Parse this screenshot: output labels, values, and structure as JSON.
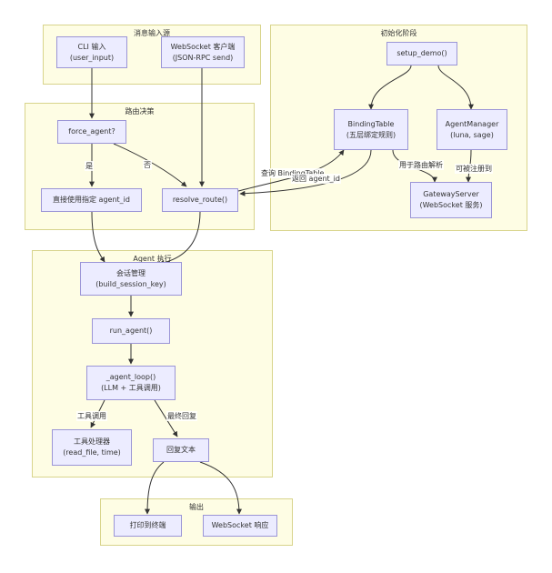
{
  "groups": {
    "input": "消息输入源",
    "init": "初始化阶段",
    "routing": "路由决策",
    "agent": "Agent 执行",
    "output": "输出"
  },
  "nodes": {
    "cli": {
      "line1": "CLI 输入",
      "line2": "(user_input)"
    },
    "websocket_client": {
      "line1": "WebSocket 客户端",
      "line2": "(JSON-RPC send)"
    },
    "setup_demo": {
      "line1": "setup_demo()"
    },
    "binding_table": {
      "line1": "BindingTable",
      "line2": "(五层绑定规则)"
    },
    "agent_manager": {
      "line1": "AgentManager",
      "line2": "(luna, sage)"
    },
    "gateway_server": {
      "line1": "GatewayServer",
      "line2": "(WebSocket 服务)"
    },
    "force_agent": {
      "line1": "force_agent?"
    },
    "direct_agent_id": {
      "line1": "直接使用指定 agent_id"
    },
    "resolve_route": {
      "line1": "resolve_route()"
    },
    "session_mgmt": {
      "line1": "会话管理",
      "line2": "(build_session_key)"
    },
    "run_agent": {
      "line1": "run_agent()"
    },
    "agent_loop": {
      "line1": "_agent_loop()",
      "line2": "(LLM + 工具调用)"
    },
    "tool_handler": {
      "line1": "工具处理器",
      "line2": "(read_file, time)"
    },
    "reply_text": {
      "line1": "回复文本"
    },
    "print_terminal": {
      "line1": "打印到终端"
    },
    "ws_response": {
      "line1": "WebSocket 响应"
    }
  },
  "edge_labels": {
    "yes": "是",
    "no": "否",
    "query_binding": "查询 BindingTable",
    "return_agent_id": "返回 agent_id",
    "for_routing": "用于路由解析",
    "registered_to": "可被注册到",
    "tool_call": "工具调用",
    "final_reply": "最终回复"
  },
  "colors": {
    "group_fill": "#fefde4",
    "group_border": "#d8d48c",
    "node_fill": "#ececff",
    "node_border": "#9b95d6",
    "edge": "#333333"
  }
}
